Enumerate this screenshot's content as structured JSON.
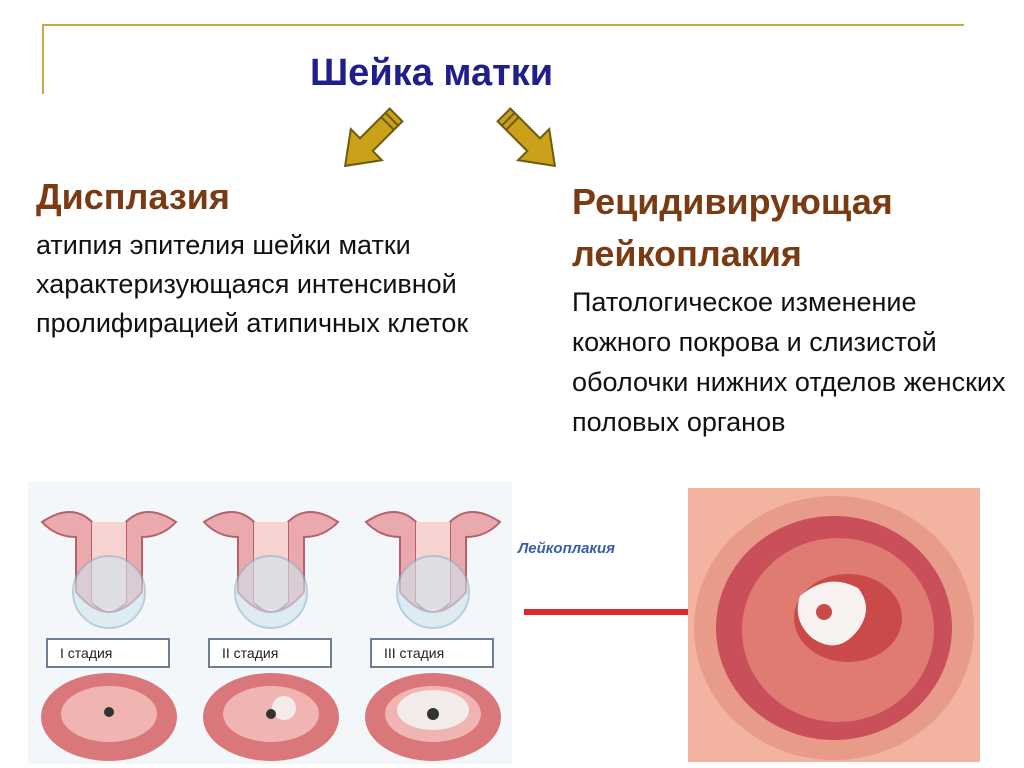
{
  "title": "Шейка матки",
  "left": {
    "heading": "Дисплазия",
    "text": "атипия эпителия шейки матки характеризующаяся интенсивной пролифирацией атипичных клеток"
  },
  "right": {
    "heading": "Рецидивирующая лейкоплакия",
    "text": "Патологическое изменение кожного покрова и слизистой оболочки нижних отделов женских половых органов"
  },
  "stages": [
    "I стадия",
    "II стадия",
    "III стадия"
  ],
  "photo_label": "Лейкоплакия",
  "colors": {
    "title": "#1f1f8c",
    "heading": "#7a3b12",
    "frame": "#c8a84a",
    "arrow": "#c9a21a"
  }
}
